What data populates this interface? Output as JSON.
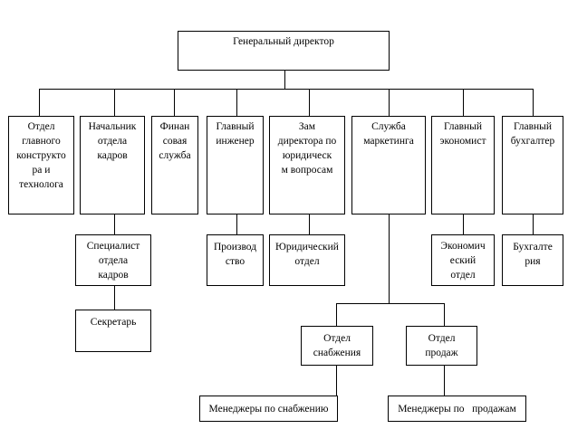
{
  "org_chart": {
    "ceo": "Генеральный директор",
    "departments": [
      "Отдел\nглавного\nконструкто\nра и\nтехнолога",
      "Начальник\nотдела\nкадров",
      "Финан\nсовая\nслужба",
      "Главный\nинженер",
      "Зам\nдиректора по\nюридическ\nм вопросам",
      "Служба\nмаркетинга",
      "Главный\nэкономист",
      "Главный\nбухгалтер"
    ],
    "subunits": {
      "hr_specialist": "Специалист\nотдела\nкадров",
      "secretary": "Секретарь",
      "production": "Производ\nство",
      "legal_dept": "Юридический\nотдел",
      "economics_dept": "Экономич\nеский\nотдел",
      "accounting": "Бухгалте\nрия",
      "supply_dept": "Отдел\nснабжения",
      "sales_dept": "Отдел\nпродаж",
      "supply_managers": "Менеджеры по снабжению",
      "sales_managers": "Менеджеры по   продажам"
    }
  }
}
